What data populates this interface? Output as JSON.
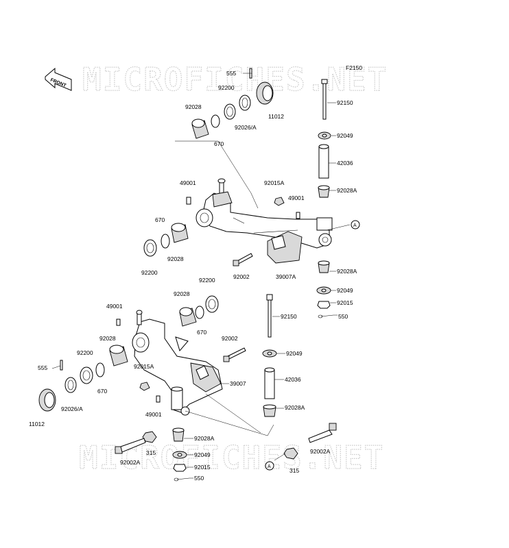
{
  "diagram": {
    "figure_code": "F2150",
    "watermark_text": "MICROFICHES.NET",
    "front_arrow_label": "FRONT",
    "ref_marker": "A",
    "part_labels": {
      "p555_top": "555",
      "p92200_top": "92200",
      "p11012_top": "11012",
      "p92028_top": "92028",
      "p92026A_top": "92026/A",
      "p670_top": "670",
      "p92150_top": "92150",
      "p92049_top": "92049",
      "p42036_top": "42036",
      "p92028A_top": "92028A",
      "p49001_a": "49001",
      "p92015A_a": "92015A",
      "p49001_b": "49001",
      "p670_mid": "670",
      "p92028_mid": "92028",
      "p92200_mid": "92200",
      "p92002_mid": "92002",
      "p39007A": "39007A",
      "p92028A_mid": "92028A",
      "p92049_mid": "92049",
      "p92015_mid": "92015",
      "p550_mid": "550",
      "p92200_low": "92200",
      "p92028_low": "92028",
      "p49001_low": "49001",
      "p670_low": "670",
      "p92150_low": "92150",
      "p92028_low2": "92028",
      "p92002_low": "92002",
      "p92200_low2": "92200",
      "p92049_low": "92049",
      "p555_low": "555",
      "p92015A_low": "92015A",
      "p39007": "39007",
      "p42036_low": "42036",
      "p670_low2": "670",
      "p92026A_low": "92026/A",
      "p49001_low2": "49001",
      "p92028A_low": "92028A",
      "p11012_low": "11012",
      "p92028A_low2": "92028A",
      "p315_a": "315",
      "p92049_low2": "92049",
      "p92002A_a": "92002A",
      "p92015_low": "92015",
      "p92002A_b": "92002A",
      "p315_b": "315",
      "p550_low": "550"
    }
  }
}
